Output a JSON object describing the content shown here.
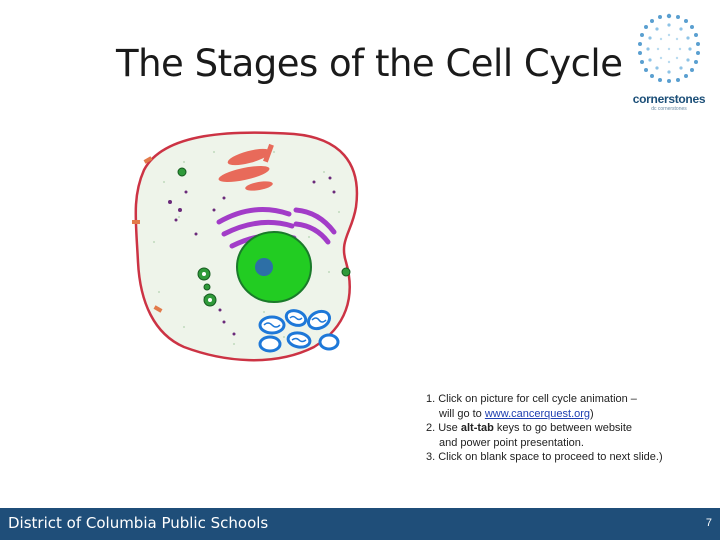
{
  "slide": {
    "title": "The Stages of the Cell Cycle"
  },
  "logo": {
    "name": "cornerstones",
    "tagline": "dc cornerstones"
  },
  "instructions": {
    "line1": "1. Click on picture for cell cycle animation –",
    "line1b_prefix": "will go to ",
    "link_text": "www.cancerquest.org",
    "line1b_suffix": ")",
    "line2_prefix": "2. Use ",
    "line2_bold": "alt-tab",
    "line2_suffix": " keys to go between website",
    "line2b": "and power point presentation.",
    "line3": "3. Click on blank space to proceed to next slide.)"
  },
  "footer": {
    "organization": "District of Columbia Public Schools",
    "page_number": "7"
  },
  "colors": {
    "footer_bg": "#1f4e79",
    "nucleus": "#22cc22",
    "membrane": "#cc3344",
    "mitochondria": "#1e78d8",
    "golgi": "#a23cc8"
  }
}
